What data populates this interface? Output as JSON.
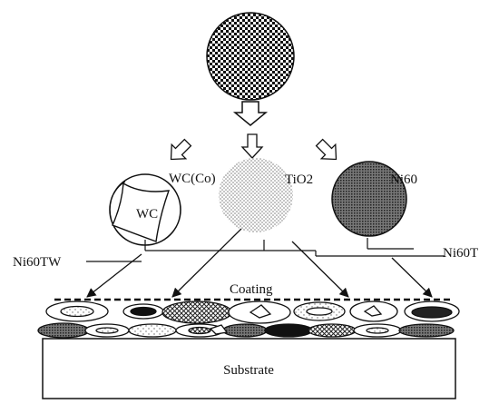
{
  "labels": {
    "wc_co": "WC(Co)",
    "tio2": "TiO2",
    "ni60": "Ni60",
    "wc": "WC",
    "ni60tw": "Ni60TW",
    "ni60t": "Ni60T",
    "coating": "Coating",
    "substrate": "Substrate"
  },
  "colors": {
    "stroke": "#111111",
    "ni60_fill": "#8a8a8a",
    "tio2_fill": "#d0d0d0",
    "background": "#ffffff"
  }
}
